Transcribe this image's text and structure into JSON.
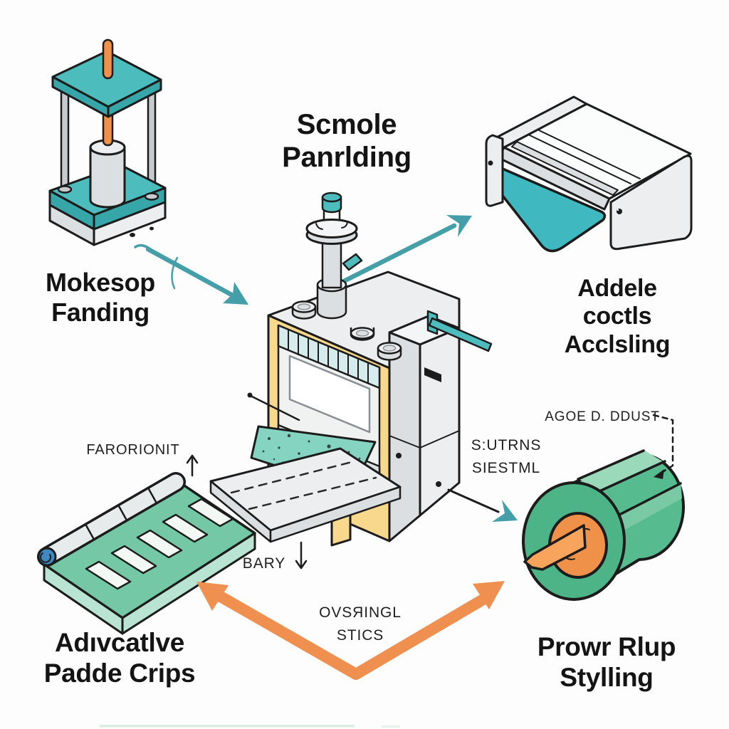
{
  "page": {
    "background": "#fdfdfd",
    "description": "Isometric manufacturing process diagram with five machine illustrations connected by flow arrows"
  },
  "colors": {
    "bg": "#fdfdfd",
    "ink": "#1c1c1c",
    "teal_part": "#4dbcbd",
    "teal_dark": "#37a6a8",
    "teal_arrow": "#459fa9",
    "sheet_teal": "#3fb8c0",
    "belt_teal": "#85d4c2",
    "slat_teal": "#d6ecec",
    "orange": "#f0914a",
    "orange_light": "#f9a45c",
    "orange_arrow": "#ef9050",
    "yellow": "#f8d88d",
    "green": "#57bb90",
    "green_light": "#9ad9b9",
    "green_mid": "#79caa4",
    "green_face": "#4db487",
    "tray_green": "#74c8a6",
    "tray_edge": "#b9e3d2",
    "slot_white": "#f3f8f5",
    "blue": "#3f88c0",
    "gray_0": "#f4f5f6",
    "gray_1": "#eceef0",
    "gray_2": "#dcdfe1",
    "gray_3": "#c6cacc",
    "white": "#fbfcfc",
    "interior": "#f0f2f2",
    "faint_line": "#cfe8da"
  },
  "icons": {
    "press": "hydraulic-press-machine",
    "printer": "roller-press-machine",
    "machine": "central-processing-machine",
    "tray": "mold-tray-with-roller",
    "roll": "tape-roll",
    "flow": [
      "teal-flow-arrow",
      "orange-double-arrow",
      "dashed-callout"
    ]
  },
  "labels": {
    "center_top": {
      "lines": [
        "Scmole",
        "Panrlding"
      ]
    },
    "press": {
      "lines": [
        "Mokesop",
        "Fanding"
      ]
    },
    "printer": {
      "lines": [
        "Addele",
        "coctls",
        "Acclsling"
      ]
    },
    "tray": {
      "lines": [
        "Adıvcatlve",
        "Padde Crips"
      ]
    },
    "roll": {
      "lines": [
        "Prowr Rlup",
        "Stylling"
      ]
    }
  },
  "annotations": {
    "farorionit": "FARORIONIT",
    "suturns": {
      "lines": [
        "S:UTRNS",
        "SIESTML"
      ]
    },
    "agoe": "AGOE D. DDUST",
    "bary": "BARY",
    "ovsringl": {
      "lines": [
        "OVSЯINGL",
        "STICS"
      ]
    }
  }
}
